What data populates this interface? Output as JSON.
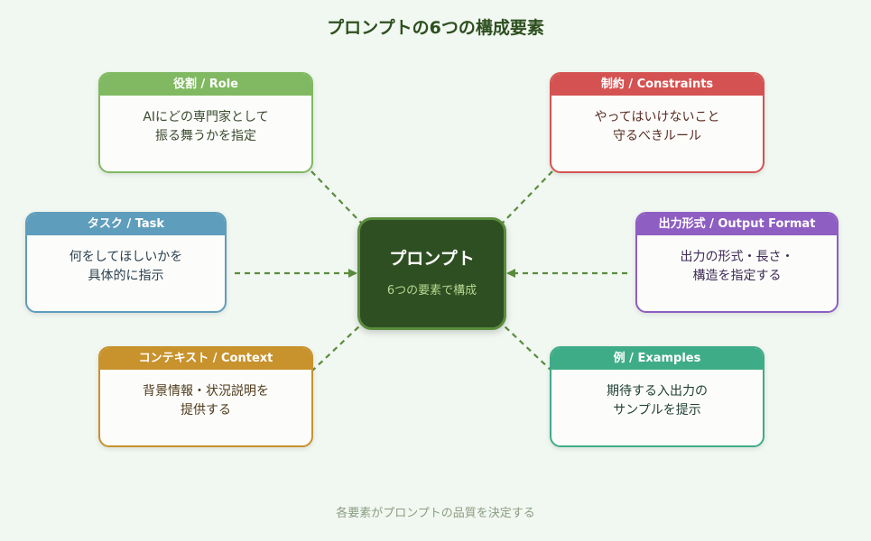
{
  "title": "プロンプトの6つの構成要素",
  "center": {
    "title": "プロンプト",
    "subtitle": "6つの要素で構成",
    "fill_color": "#2e4f22",
    "border_color": "#5a8c3d"
  },
  "elements": [
    {
      "id": "role",
      "header": "役割 / Role",
      "lines": [
        "AIにどの専門家として",
        "振る舞うかを指定"
      ],
      "color": "#80b961",
      "text_color": "#3a4a2e"
    },
    {
      "id": "constraints",
      "header": "制約 / Constraints",
      "lines": [
        "やってはいけないこと",
        "守るべきルール"
      ],
      "color": "#d45352",
      "text_color": "#5a2a22"
    },
    {
      "id": "task",
      "header": "タスク / Task",
      "lines": [
        "何をしてほしいかを",
        "具体的に指示"
      ],
      "color": "#5f9dbc",
      "text_color": "#2a3e4e"
    },
    {
      "id": "output-format",
      "header": "出力形式 / Output Format",
      "lines": [
        "出力の形式・長さ・",
        "構造を指定する"
      ],
      "color": "#8e5ec2",
      "text_color": "#3e2a55"
    },
    {
      "id": "context",
      "header": "コンテキスト / Context",
      "lines": [
        "背景情報・状況説明を",
        "提供する"
      ],
      "color": "#c8922c",
      "text_color": "#4e3a1a"
    },
    {
      "id": "examples",
      "header": "例 / Examples",
      "lines": [
        "期待する入出力の",
        "サンプルを提示"
      ],
      "color": "#3fac88",
      "text_color": "#1f3e34"
    }
  ],
  "footer": "各要素がプロンプトの品質を決定する",
  "connector_color": "#5a8c3d"
}
